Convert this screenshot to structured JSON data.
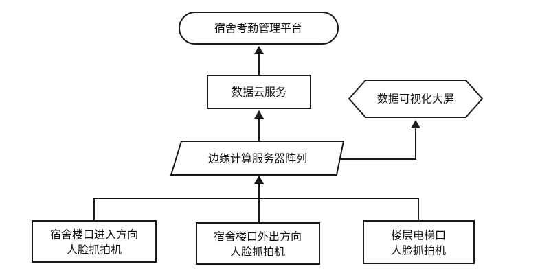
{
  "diagram": {
    "nodes": {
      "platform": {
        "label": "宿舍考勤管理平台",
        "shape": "rounded-rectangle"
      },
      "cloud": {
        "label": "数据云服务",
        "shape": "rectangle"
      },
      "screen": {
        "label": "数据可视化大屏",
        "shape": "hexagon"
      },
      "edge": {
        "label": "边缘计算服务器阵列",
        "shape": "parallelogram"
      },
      "cam_enter": {
        "line1": "宿舍楼口进入方向",
        "line2": "人脸抓拍机",
        "shape": "rectangle"
      },
      "cam_exit": {
        "line1": "宿舍楼口外出方向",
        "line2": "人脸抓拍机",
        "shape": "rectangle"
      },
      "cam_lift": {
        "line1": "楼层电梯口",
        "line2": "人脸抓拍机",
        "shape": "rectangle"
      }
    },
    "edges": [
      {
        "from": "cam_enter",
        "to": "edge"
      },
      {
        "from": "cam_exit",
        "to": "edge"
      },
      {
        "from": "cam_lift",
        "to": "edge"
      },
      {
        "from": "edge",
        "to": "cloud"
      },
      {
        "from": "edge",
        "to": "screen"
      },
      {
        "from": "cloud",
        "to": "platform"
      }
    ],
    "colors": {
      "stroke": "#1a1a1a",
      "fill": "#ffffff",
      "text": "#111111"
    }
  }
}
